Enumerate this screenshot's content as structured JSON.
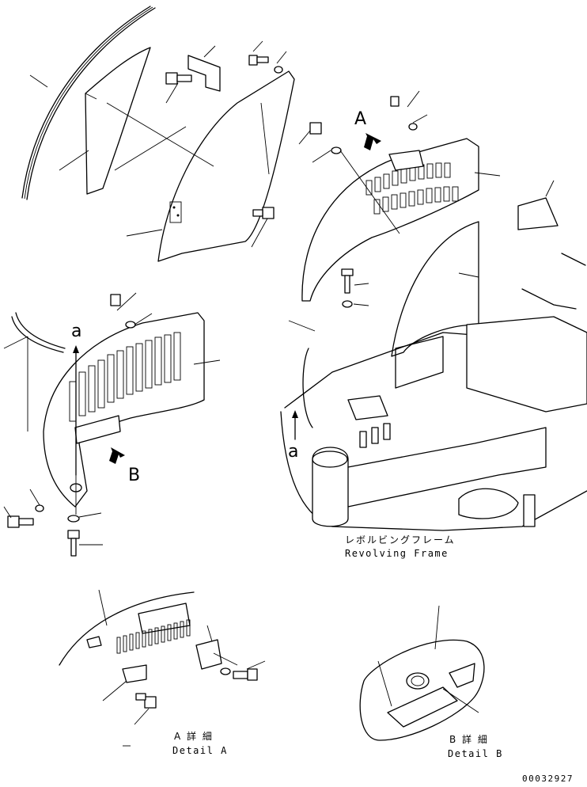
{
  "callouts": {
    "view_a": "A",
    "view_b": "B",
    "section_a_top": "a",
    "section_a_left": "a"
  },
  "frame": {
    "label_jp": "レボルビングフレーム",
    "label_en": "Revolving Frame"
  },
  "details": {
    "a_jp": "A 詳 細",
    "a_en": "Detail A",
    "b_jp": "B 詳 細",
    "b_en": "Detail B"
  },
  "drawing_number": "00032927"
}
